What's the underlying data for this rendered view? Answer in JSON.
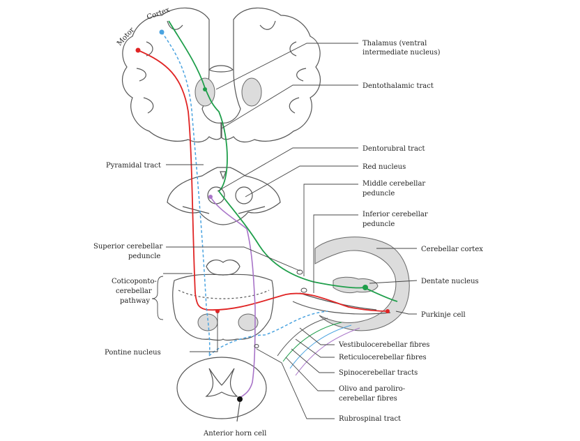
{
  "labels": {
    "motor": "Motor",
    "cortex": "Cortex",
    "thalamus": "Thalamus (ventral",
    "thalamus_2": "intermediate nucleus)",
    "dentothalamic": "Dentothalamic tract",
    "dentorubral": "Dentorubral tract",
    "red_nucleus": "Red nucleus",
    "middle_peduncle": "Middle cerebellar",
    "middle_peduncle_2": "peduncle",
    "inferior_peduncle": "Inferior cerebellar",
    "inferior_peduncle_2": "peduncle",
    "cerebellar_cortex": "Cerebellar cortex",
    "dentate_nucleus": "Dentate nucleus",
    "purkinje": "Purkinje cell",
    "vestibulo": "Vestibulocerebellar fibres",
    "reticulo": "Reticulocerebellar fibres",
    "spino": "Spinocerebellar tracts",
    "olivo": "Olivo and paroliro-",
    "olivo_2": "cerebellar fibres",
    "rubrospinal": "Rubrospinal tract",
    "anterior_horn": "Anterior horn cell",
    "pontine": "Pontine nucleus",
    "coticoponto": "Coticoponto-",
    "coticoponto_2": "cerebellar",
    "coticoponto_3": "pathway",
    "superior_peduncle": "Superior cerebellar",
    "superior_peduncle_2": "peduncle",
    "pyramidal": "Pyramidal tract"
  },
  "colors": {
    "motor_pathway": "#e02424",
    "dentothalamic_pathway": "#1e9e4a",
    "corticopontine_pathway": "#4aa3e0",
    "rubrospinal_pathway": "#a874c8"
  }
}
